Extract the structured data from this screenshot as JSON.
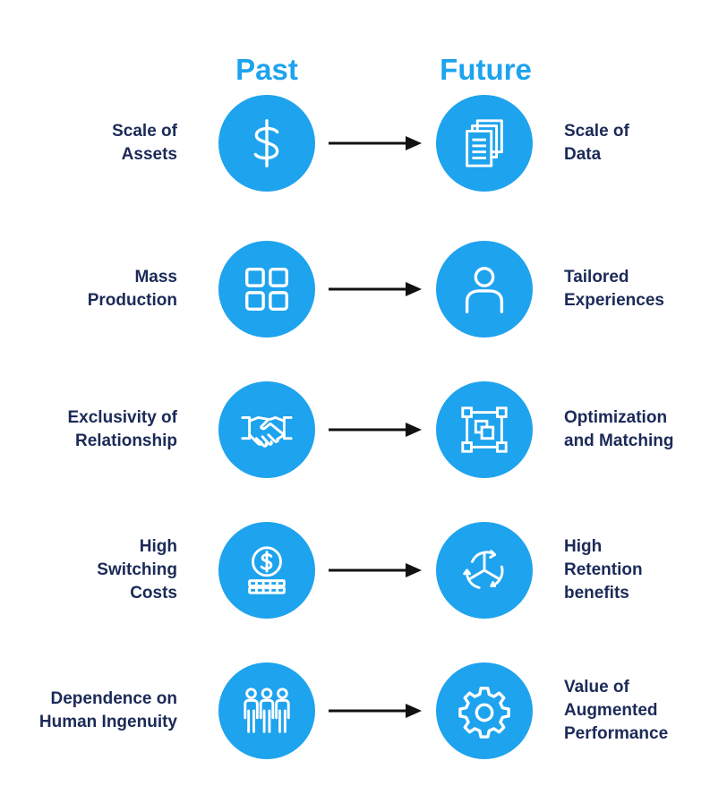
{
  "colors": {
    "accent": "#1ea3ee",
    "label": "#1b2a57",
    "arrow": "#111111"
  },
  "headers": {
    "past": "Past",
    "future": "Future"
  },
  "rows": [
    {
      "past_lines": [
        "Scale of",
        "Assets"
      ],
      "past_icon": "dollar-icon",
      "future_lines": [
        "Scale of",
        "Data"
      ],
      "future_icon": "documents-icon"
    },
    {
      "past_lines": [
        "Mass",
        "Production"
      ],
      "past_icon": "grid-icon",
      "future_lines": [
        "Tailored",
        "Experiences"
      ],
      "future_icon": "person-icon"
    },
    {
      "past_lines": [
        "Exclusivity of",
        "Relationship"
      ],
      "past_icon": "handshake-icon",
      "future_lines": [
        "Optimization",
        "and Matching"
      ],
      "future_icon": "selection-icon"
    },
    {
      "past_lines": [
        "High",
        "Switching",
        "Costs"
      ],
      "past_icon": "coins-icon",
      "future_lines": [
        "High",
        "Retention",
        "benefits"
      ],
      "future_icon": "cycle-icon"
    },
    {
      "past_lines": [
        "Dependence on",
        "Human Ingenuity"
      ],
      "past_icon": "people-icon",
      "future_lines": [
        "Value of",
        "Augmented",
        "Performance"
      ],
      "future_icon": "gear-icon"
    }
  ]
}
